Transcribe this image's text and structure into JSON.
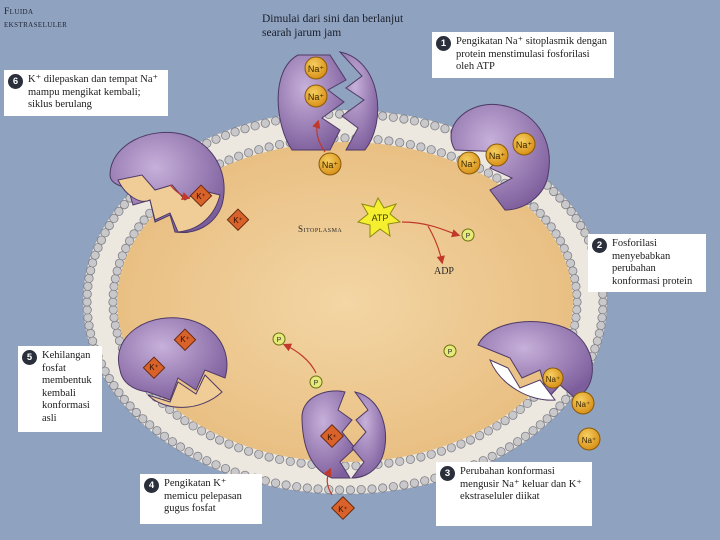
{
  "header": {
    "title_line1": "Fluida",
    "title_line2": "ekstraseluler"
  },
  "start_note": "Dimulai dari sini dan berlanjut searah jarum jam",
  "cytoplasm_label": "Sitoplasma",
  "atp_label": "ATP",
  "adp_label": "ADP",
  "phosphate_label": "P",
  "sodium_label": "Na⁺",
  "potassium_label": "K⁺",
  "steps": [
    {
      "number": "1",
      "text": "Pengikatan Na⁺ sitoplasmik dengan protein menstimulasi fosforilasi oleh ATP"
    },
    {
      "number": "2",
      "text": "Fosforilasi menyebabkan perubahan konformasi protein"
    },
    {
      "number": "3",
      "text": "Perubahan konformasi mengusir Na⁺ keluar dan K⁺ ekstraseluler diikat"
    },
    {
      "number": "4",
      "text": "Pengikatan K⁺ memicu pelepasan gugus fosfat"
    },
    {
      "number": "5",
      "text": "Kehilangan fosfat membentuk kembali konformasi asli"
    },
    {
      "number": "6",
      "text": "K⁺ dilepaskan dan tempat Na⁺ mampu mengikat kembali; siklus berulang"
    }
  ],
  "colors": {
    "background": "#8fa2bf",
    "cytoplasm": "#f0cd97",
    "membrane_head": "#c9c9cc",
    "protein": "#9b7cb6",
    "sodium": "#e8a323",
    "potassium": "#d9622b",
    "atp_star": "#f5ef2f",
    "phosphate": "#e6ea7a",
    "arrow": "#c0392b"
  }
}
